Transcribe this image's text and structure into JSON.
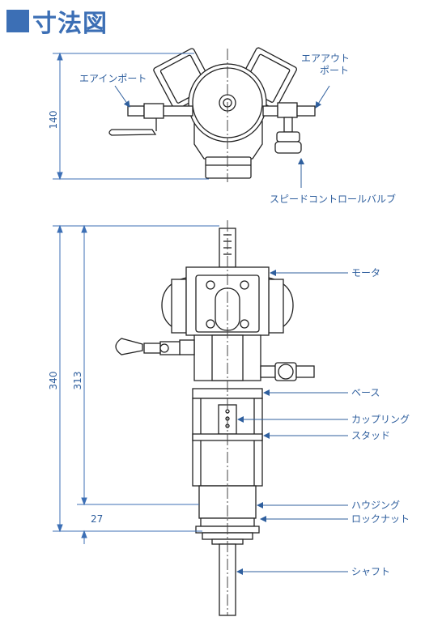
{
  "title": "寸法図",
  "top_view": {
    "dim_height": "140",
    "labels": {
      "air_in": "エアインポート",
      "air_out_line1": "エアアウト",
      "air_out_line2": "ポート",
      "speed_valve": "スピードコントロールバルブ"
    }
  },
  "front_view": {
    "dim_total": "340",
    "dim_body": "313",
    "dim_nut": "27",
    "labels": {
      "motor": "モータ",
      "base": "ベース",
      "coupling": "カップリング",
      "stud": "スタッド",
      "housing": "ハウジング",
      "locknut": "ロックナット",
      "shaft": "シャフト"
    }
  },
  "colors": {
    "accent": "#3c6fb5",
    "leader": "#2f5f9e",
    "drawing": "#222222"
  }
}
